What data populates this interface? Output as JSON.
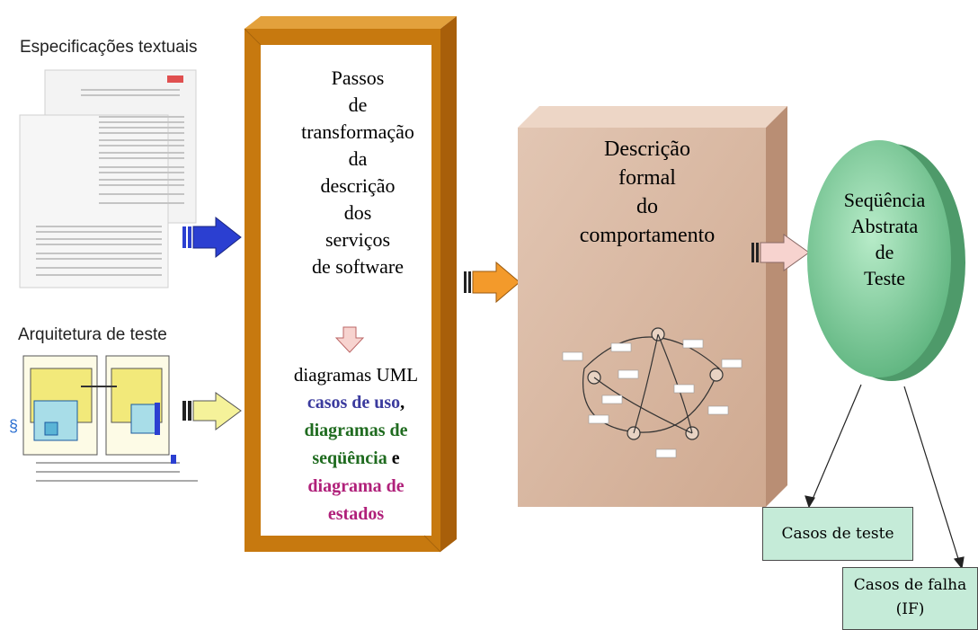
{
  "inputs": {
    "spec_label": "Especificações textuais",
    "arch_label": "Arquitetura de teste"
  },
  "transform_box": {
    "lines": [
      "Passos",
      "de",
      "transformação",
      "da",
      "descrição",
      "dos",
      "serviços",
      "de software"
    ],
    "uml_heading": "diagramas UML",
    "uml_items": [
      {
        "text": "casos de uso",
        "suffix": ",",
        "color": "#3b3b9e"
      },
      {
        "text": "diagramas de",
        "color": "#1f6b1f"
      },
      {
        "text": "seqüência",
        "suffix": " e",
        "color": "#1f6b1f"
      },
      {
        "text": "diagrama de",
        "color": "#b0207a"
      },
      {
        "text": "estados",
        "color": "#b0207a"
      }
    ]
  },
  "formal_box": {
    "lines": [
      "Descrição",
      "formal",
      "do",
      "comportamento"
    ]
  },
  "abstract_sequence": {
    "lines": [
      "Seqüência",
      "Abstrata",
      "de",
      "Teste"
    ]
  },
  "outputs": {
    "test_cases": "Casos de teste",
    "failure_cases_line1": "Casos de falha",
    "failure_cases_line2": "(IF)"
  },
  "colors": {
    "frame": "#c7790f",
    "box3d": "#d9b8a3",
    "cylinder": "#7cc79a",
    "arrow_blue": "#2b3fd1",
    "arrow_yellow": "#f5f29a",
    "arrow_orange": "#f39a2b",
    "arrow_pink": "#f7d3cf"
  }
}
